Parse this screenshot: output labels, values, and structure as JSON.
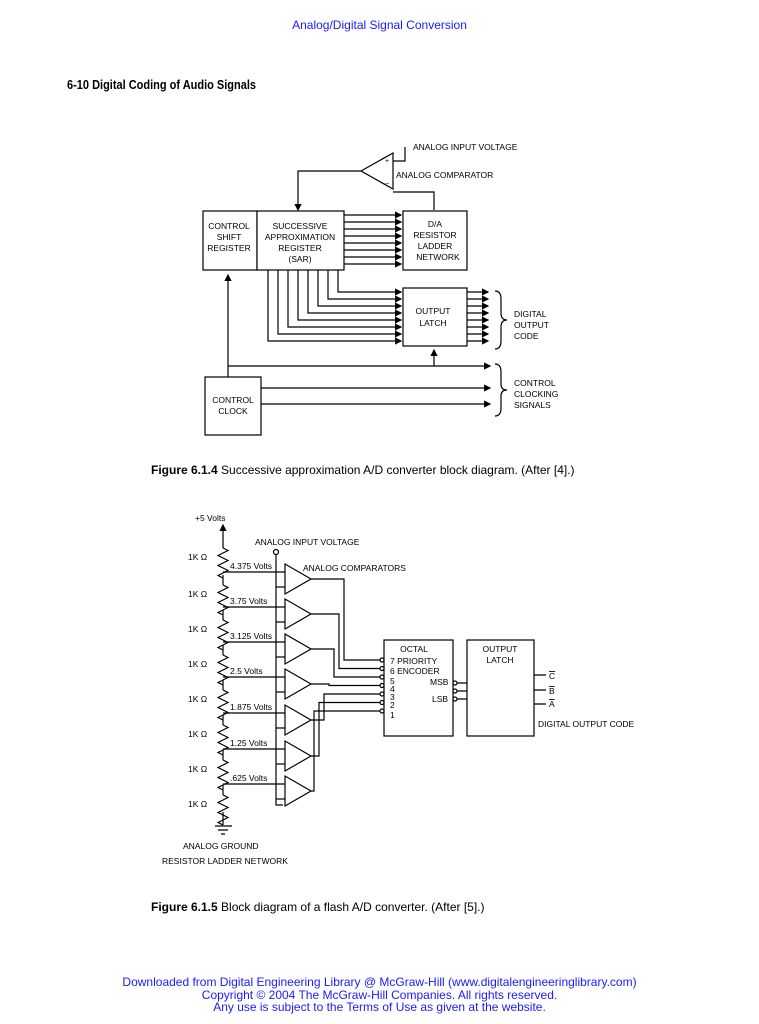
{
  "header": {
    "running_title": "Analog/Digital Signal Conversion"
  },
  "section": {
    "title": "6-10 Digital Coding of Audio Signals"
  },
  "figure1": {
    "number": "Figure 6.1.4",
    "caption": "Successive approximation A/D converter block diagram. (After [4].)",
    "labels": {
      "analog_input": "ANALOG INPUT VOLTAGE",
      "comparator": "ANALOG COMPARATOR",
      "csr": [
        "CONTROL",
        "SHIFT",
        "REGISTER"
      ],
      "sar": [
        "SUCCESSIVE",
        "APPROXIMATION",
        "REGISTER",
        "(SAR)"
      ],
      "dac": [
        "D/A",
        "RESISTOR",
        "LADDER",
        "NETWORK"
      ],
      "latch": [
        "OUTPUT",
        "LATCH"
      ],
      "clock": [
        "CONTROL",
        "CLOCK"
      ],
      "digital_out": [
        "DIGITAL",
        "OUTPUT",
        "CODE"
      ],
      "clocking": [
        "CONTROL",
        "CLOCKING",
        "SIGNALS"
      ]
    }
  },
  "figure2": {
    "number": "Figure 6.1.5",
    "caption": "Block diagram of a flash A/D converter. (After [5].)",
    "labels": {
      "supply": "+5 Volts",
      "analog_input": "ANALOG INPUT VOLTAGE",
      "comparators": "ANALOG COMPARATORS",
      "resistor": "1K Ω",
      "taps": [
        "4.375 Volts",
        "3.75 Volts",
        "3.125 Volts",
        "2.5 Volts",
        "1.875 Volts",
        "1.25 Volts",
        ".625 Volts"
      ],
      "encoder": [
        "OCTAL",
        "7 PRIORITY",
        "6 ENCODER",
        "5",
        "4",
        "3",
        "2",
        "1"
      ],
      "msb": "MSB",
      "lsb": "LSB",
      "latch": [
        "OUTPUT",
        "LATCH"
      ],
      "outputs": [
        "C",
        "B",
        "A"
      ],
      "digital_out": "DIGITAL OUTPUT CODE",
      "ground": "ANALOG GROUND",
      "ladder": "RESISTOR LADDER NETWORK"
    }
  },
  "footer": {
    "line1": "Downloaded from Digital Engineering Library @ McGraw-Hill (www.digitalengineeringlibrary.com)",
    "line2": "Copyright © 2004 The McGraw-Hill Companies. All rights reserved.",
    "line3": "Any use is subject to the Terms of Use as given at the website."
  }
}
